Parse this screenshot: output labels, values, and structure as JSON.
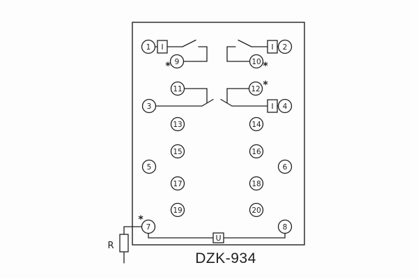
{
  "title": "DZK-934",
  "panel": {
    "terminals": {
      "t1": "1",
      "t2": "2",
      "t3": "3",
      "t4": "4",
      "t5": "5",
      "t6": "6",
      "t7": "7",
      "t8": "8",
      "t9": "9",
      "t10": "10",
      "t11": "11",
      "t12": "12",
      "t13": "13",
      "t14": "14",
      "t15": "15",
      "t16": "16",
      "t17": "17",
      "t18": "18",
      "t19": "19",
      "t20": "20"
    },
    "symbols": {
      "current_coil": "I",
      "voltage_coil": "U",
      "resistor": "R",
      "polarity_mark": "*"
    }
  }
}
